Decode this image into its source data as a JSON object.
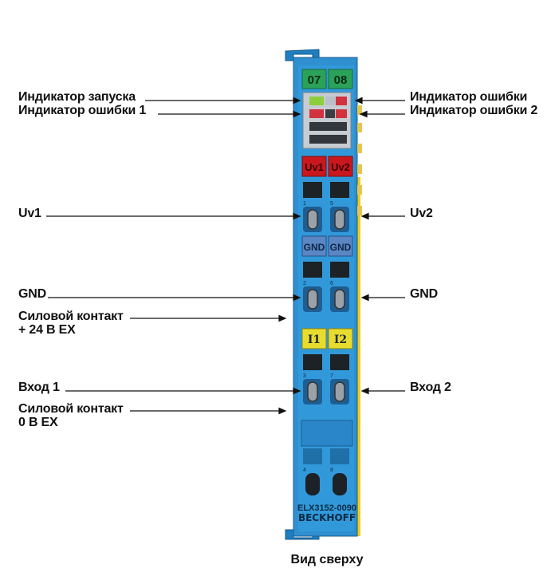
{
  "labels_left": [
    {
      "id": "indicator-start",
      "text": "Индикатор запуска"
    },
    {
      "id": "indicator-error-1",
      "text": "Индикатор ошибки 1"
    },
    {
      "id": "uv1",
      "text": "Uv1"
    },
    {
      "id": "gnd-left",
      "text": "GND"
    },
    {
      "id": "power-contact-24v-line1",
      "text": "Силовой контакт"
    },
    {
      "id": "power-contact-24v-line2",
      "text": "+ 24 В EX"
    },
    {
      "id": "input-1",
      "text": "Вход 1"
    },
    {
      "id": "power-contact-0v-line1",
      "text": "Силовой контакт"
    },
    {
      "id": "power-contact-0v-line2",
      "text": "0 В EX"
    }
  ],
  "labels_right": [
    {
      "id": "indicator-error",
      "text": "Индикатор ошибки"
    },
    {
      "id": "indicator-error-2",
      "text": "Индикатор ошибки 2"
    },
    {
      "id": "uv2",
      "text": "Uv2"
    },
    {
      "id": "gnd-right",
      "text": "GND"
    },
    {
      "id": "input-2",
      "text": "Вход 2"
    }
  ],
  "module": {
    "top_labels": [
      "07",
      "08"
    ],
    "uv_labels": [
      "Uv1",
      "Uv2"
    ],
    "gnd_labels": [
      "GND",
      "GND"
    ],
    "input_labels": [
      "I1",
      "I2"
    ],
    "terminal_numbers": [
      "1",
      "5",
      "2",
      "6",
      "3",
      "7",
      "4",
      "8"
    ],
    "model": "ELX3152-0090",
    "brand": "BECKHOFF"
  },
  "caption": "Вид сверху",
  "colors": {
    "module_blue": "#2f8fd0",
    "module_dark_blue": "#1c5d91",
    "yellow": "#f2cc14",
    "green_label": "#2aa25a",
    "red_label": "#c8181e",
    "yellow_label": "#e8dd2e"
  }
}
